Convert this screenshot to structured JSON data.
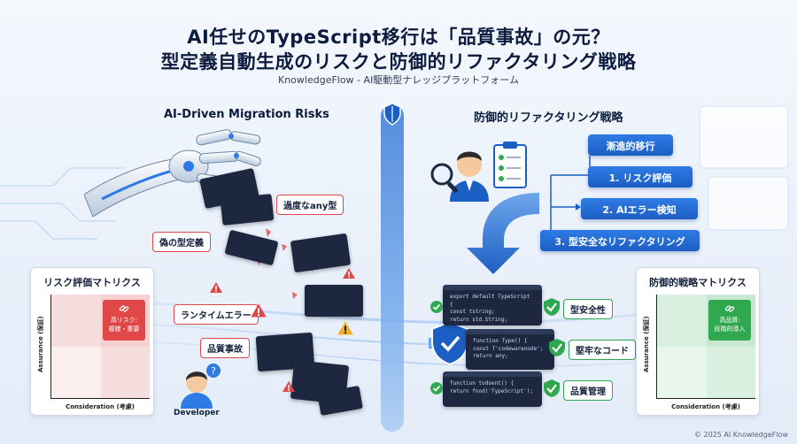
{
  "header": {
    "title_line1": "AI任せのTypeScript移行は「品質事故」の元？",
    "title_line2": "型定義自動生成のリスクと防御的リファクタリング戦略",
    "subtitle": "KnowledgeFlow - AI駆動型ナレッジプラットフォーム"
  },
  "left": {
    "heading": "AI-Driven Migration Risks",
    "labels": {
      "any_type": "過度なany型",
      "false_type": "偽の型定義",
      "runtime_error": "ランタイムエラー",
      "quality_accident": "品質事故"
    },
    "developer_label": "Developer",
    "matrix": {
      "title": "リスク評価マトリクス",
      "y_axis": "Assurance (保証)",
      "x_axis": "Consideration (考慮)",
      "hot_cell": "高リスク:\n複雑・重要"
    }
  },
  "right": {
    "heading": "防御的リファクタリング戦略",
    "flow": {
      "root": "漸進的移行",
      "step1": "1. リスク評価",
      "step2": "2. AIエラー検知",
      "step3": "3. 型安全なリファクタリング"
    },
    "code_cards": [
      {
        "lines": [
          "export default TypeScript {",
          "  const tstring;",
          "  return std.String;"
        ],
        "label": "型安全性"
      },
      {
        "lines": [
          "function Type() {",
          "  const T'codewarenode';",
          "  return any;"
        ],
        "label": "堅牢なコード"
      },
      {
        "lines": [
          "function todoent() {",
          "  return fnod('TypeScript');"
        ],
        "label": "品質管理"
      }
    ],
    "matrix": {
      "title": "防御的戦略マトリクス",
      "y_axis": "Assurance (保証)",
      "x_axis": "Consideration (考慮)",
      "hot_cell": "高品質:\n段階的導入"
    }
  },
  "footer": "© 2025 AI KnowledgeFlow",
  "colors": {
    "risk_red": "#e04848",
    "safe_green": "#2fa84f",
    "primary_blue": "#1c5fc4"
  },
  "icons": [
    "shield-icon",
    "warning-icon",
    "check-icon",
    "link-icon",
    "magnifier-icon",
    "clipboard-icon",
    "robot-hand-icon",
    "developer-avatar-icon",
    "arrow-icon"
  ]
}
